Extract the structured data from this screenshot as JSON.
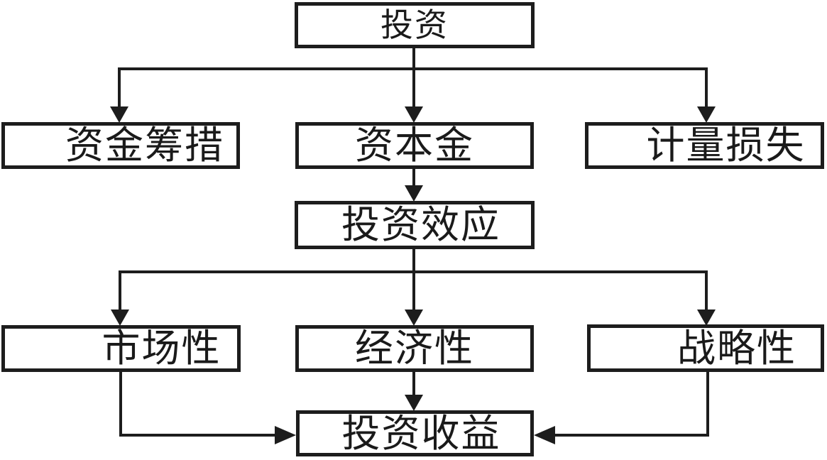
{
  "diagram": {
    "type": "flowchart",
    "background_color": "#ffffff",
    "line_color": "#1d1d1d",
    "box_border_color": "#1d1d1d",
    "text_color": "#1a1a1a",
    "nodes": {
      "investment": {
        "label": "投资"
      },
      "fund_raising": {
        "label": "资金筹措"
      },
      "capital": {
        "label": "资本金"
      },
      "loss_measurement": {
        "label": "计量损失"
      },
      "investment_effect": {
        "label": "投资效应"
      },
      "marketability": {
        "label": "市场性"
      },
      "economy": {
        "label": "经济性"
      },
      "strategic": {
        "label": "战略性"
      },
      "investment_return": {
        "label": "投资收益"
      }
    },
    "edges": [
      {
        "from": "投资",
        "to": "资金筹措"
      },
      {
        "from": "投资",
        "to": "资本金"
      },
      {
        "from": "投资",
        "to": "计量损失"
      },
      {
        "from": "资本金",
        "to": "投资效应"
      },
      {
        "from": "投资效应",
        "to": "市场性"
      },
      {
        "from": "投资效应",
        "to": "经济性"
      },
      {
        "from": "投资效应",
        "to": "战略性"
      },
      {
        "from": "市场性",
        "to": "投资收益"
      },
      {
        "from": "经济性",
        "to": "投资收益"
      },
      {
        "from": "战略性",
        "to": "投资收益"
      }
    ]
  }
}
